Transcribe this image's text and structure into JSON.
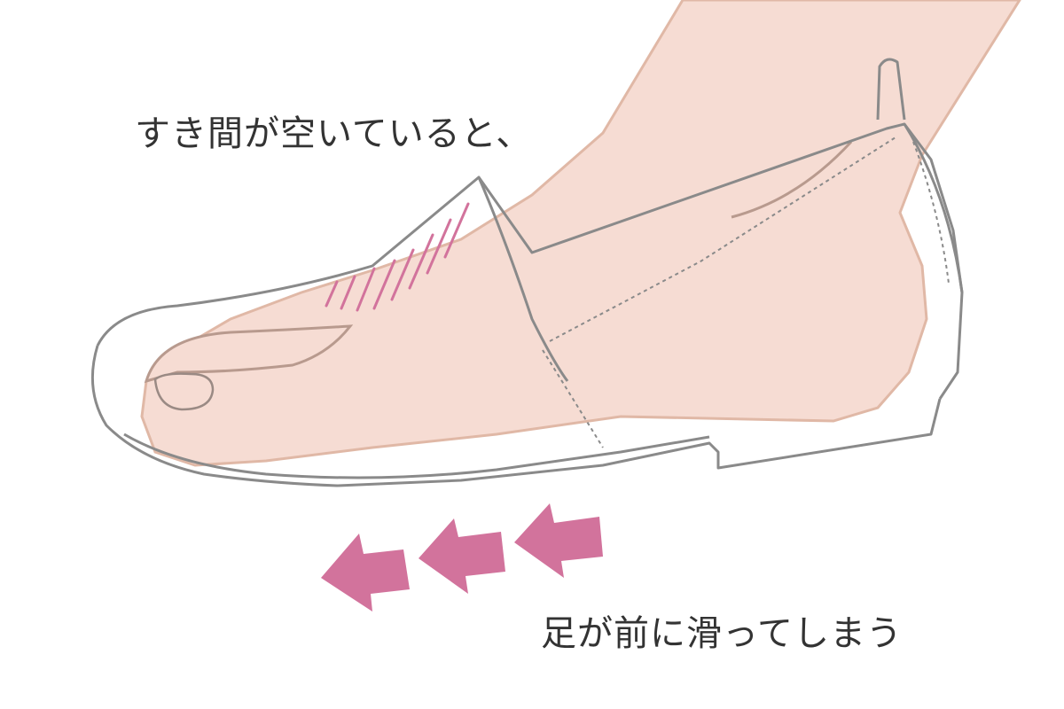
{
  "captions": {
    "gap_text": "すき間が空いていると、",
    "slip_text": "足が前に滑ってしまう"
  },
  "colors": {
    "skin": "#f6dcd3",
    "skin_edge": "#e0b8a6",
    "outline": "#8a8a8a",
    "accent": "#d2739c",
    "text": "#333333",
    "background": "#ffffff"
  },
  "icons": {
    "hatch": "gap-hatch-marks",
    "arrows": "slide-forward-arrow"
  }
}
